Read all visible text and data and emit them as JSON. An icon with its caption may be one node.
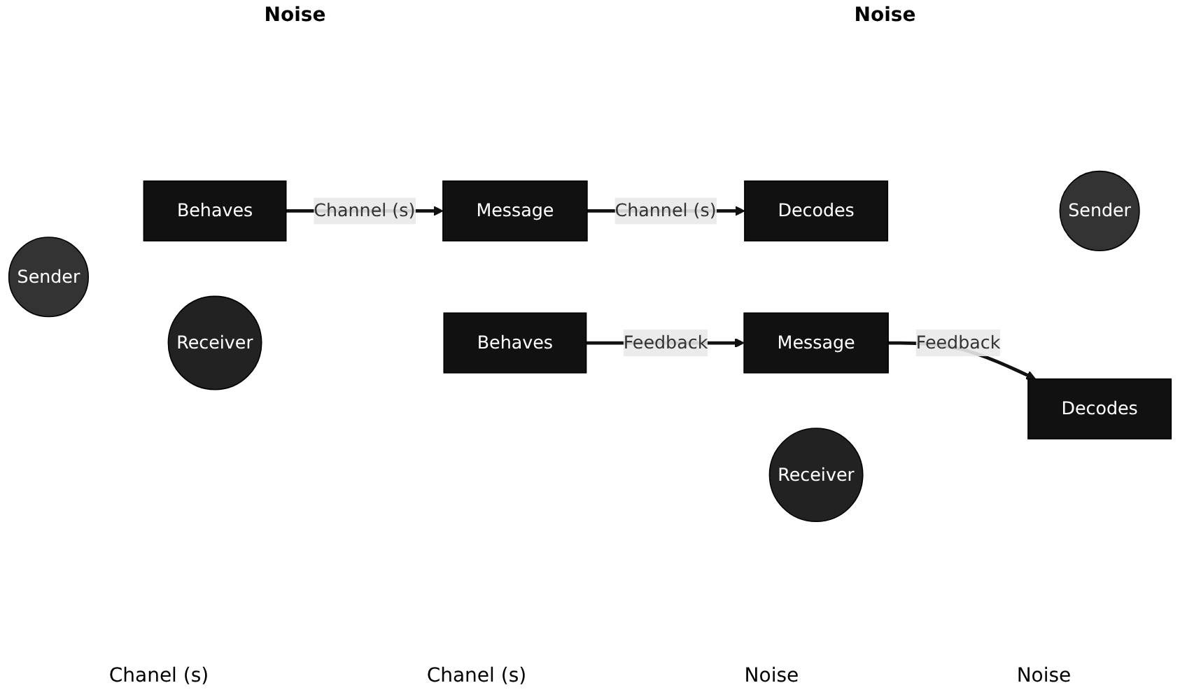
{
  "diagram": {
    "nodes": [
      {
        "text": [
          "Sender"
        ]
      },
      {
        "text": [
          "Behaves"
        ]
      },
      {
        "text": [
          "Message"
        ]
      },
      {
        "text": [
          "Decodes"
        ]
      },
      {
        "text": [
          "Sender"
        ]
      },
      {
        "text": [
          "Receiver"
        ]
      },
      {
        "text": [
          "Decodes"
        ]
      },
      {
        "text": [
          "Message"
        ]
      },
      {
        "text": [
          "Behaves"
        ]
      },
      {
        "text": [
          "Receiver"
        ]
      }
    ],
    "edges": [
      {
        "from": 1,
        "to": 2,
        "arrow": "to",
        "label": "Channel (s)"
      },
      {
        "from": 2,
        "to": 3,
        "arrow": "to",
        "label": "Channel (s)"
      },
      {
        "from": 8,
        "to": 7,
        "arrow": "to",
        "label": "Feedback"
      },
      {
        "from": 7,
        "to": 6,
        "arrow": "to",
        "label": "Feedback"
      }
    ],
    "labels": [
      "Noise",
      "Noise",
      "Chanel (s)",
      "Chanel (s)",
      "Noise",
      "Noise"
    ]
  }
}
